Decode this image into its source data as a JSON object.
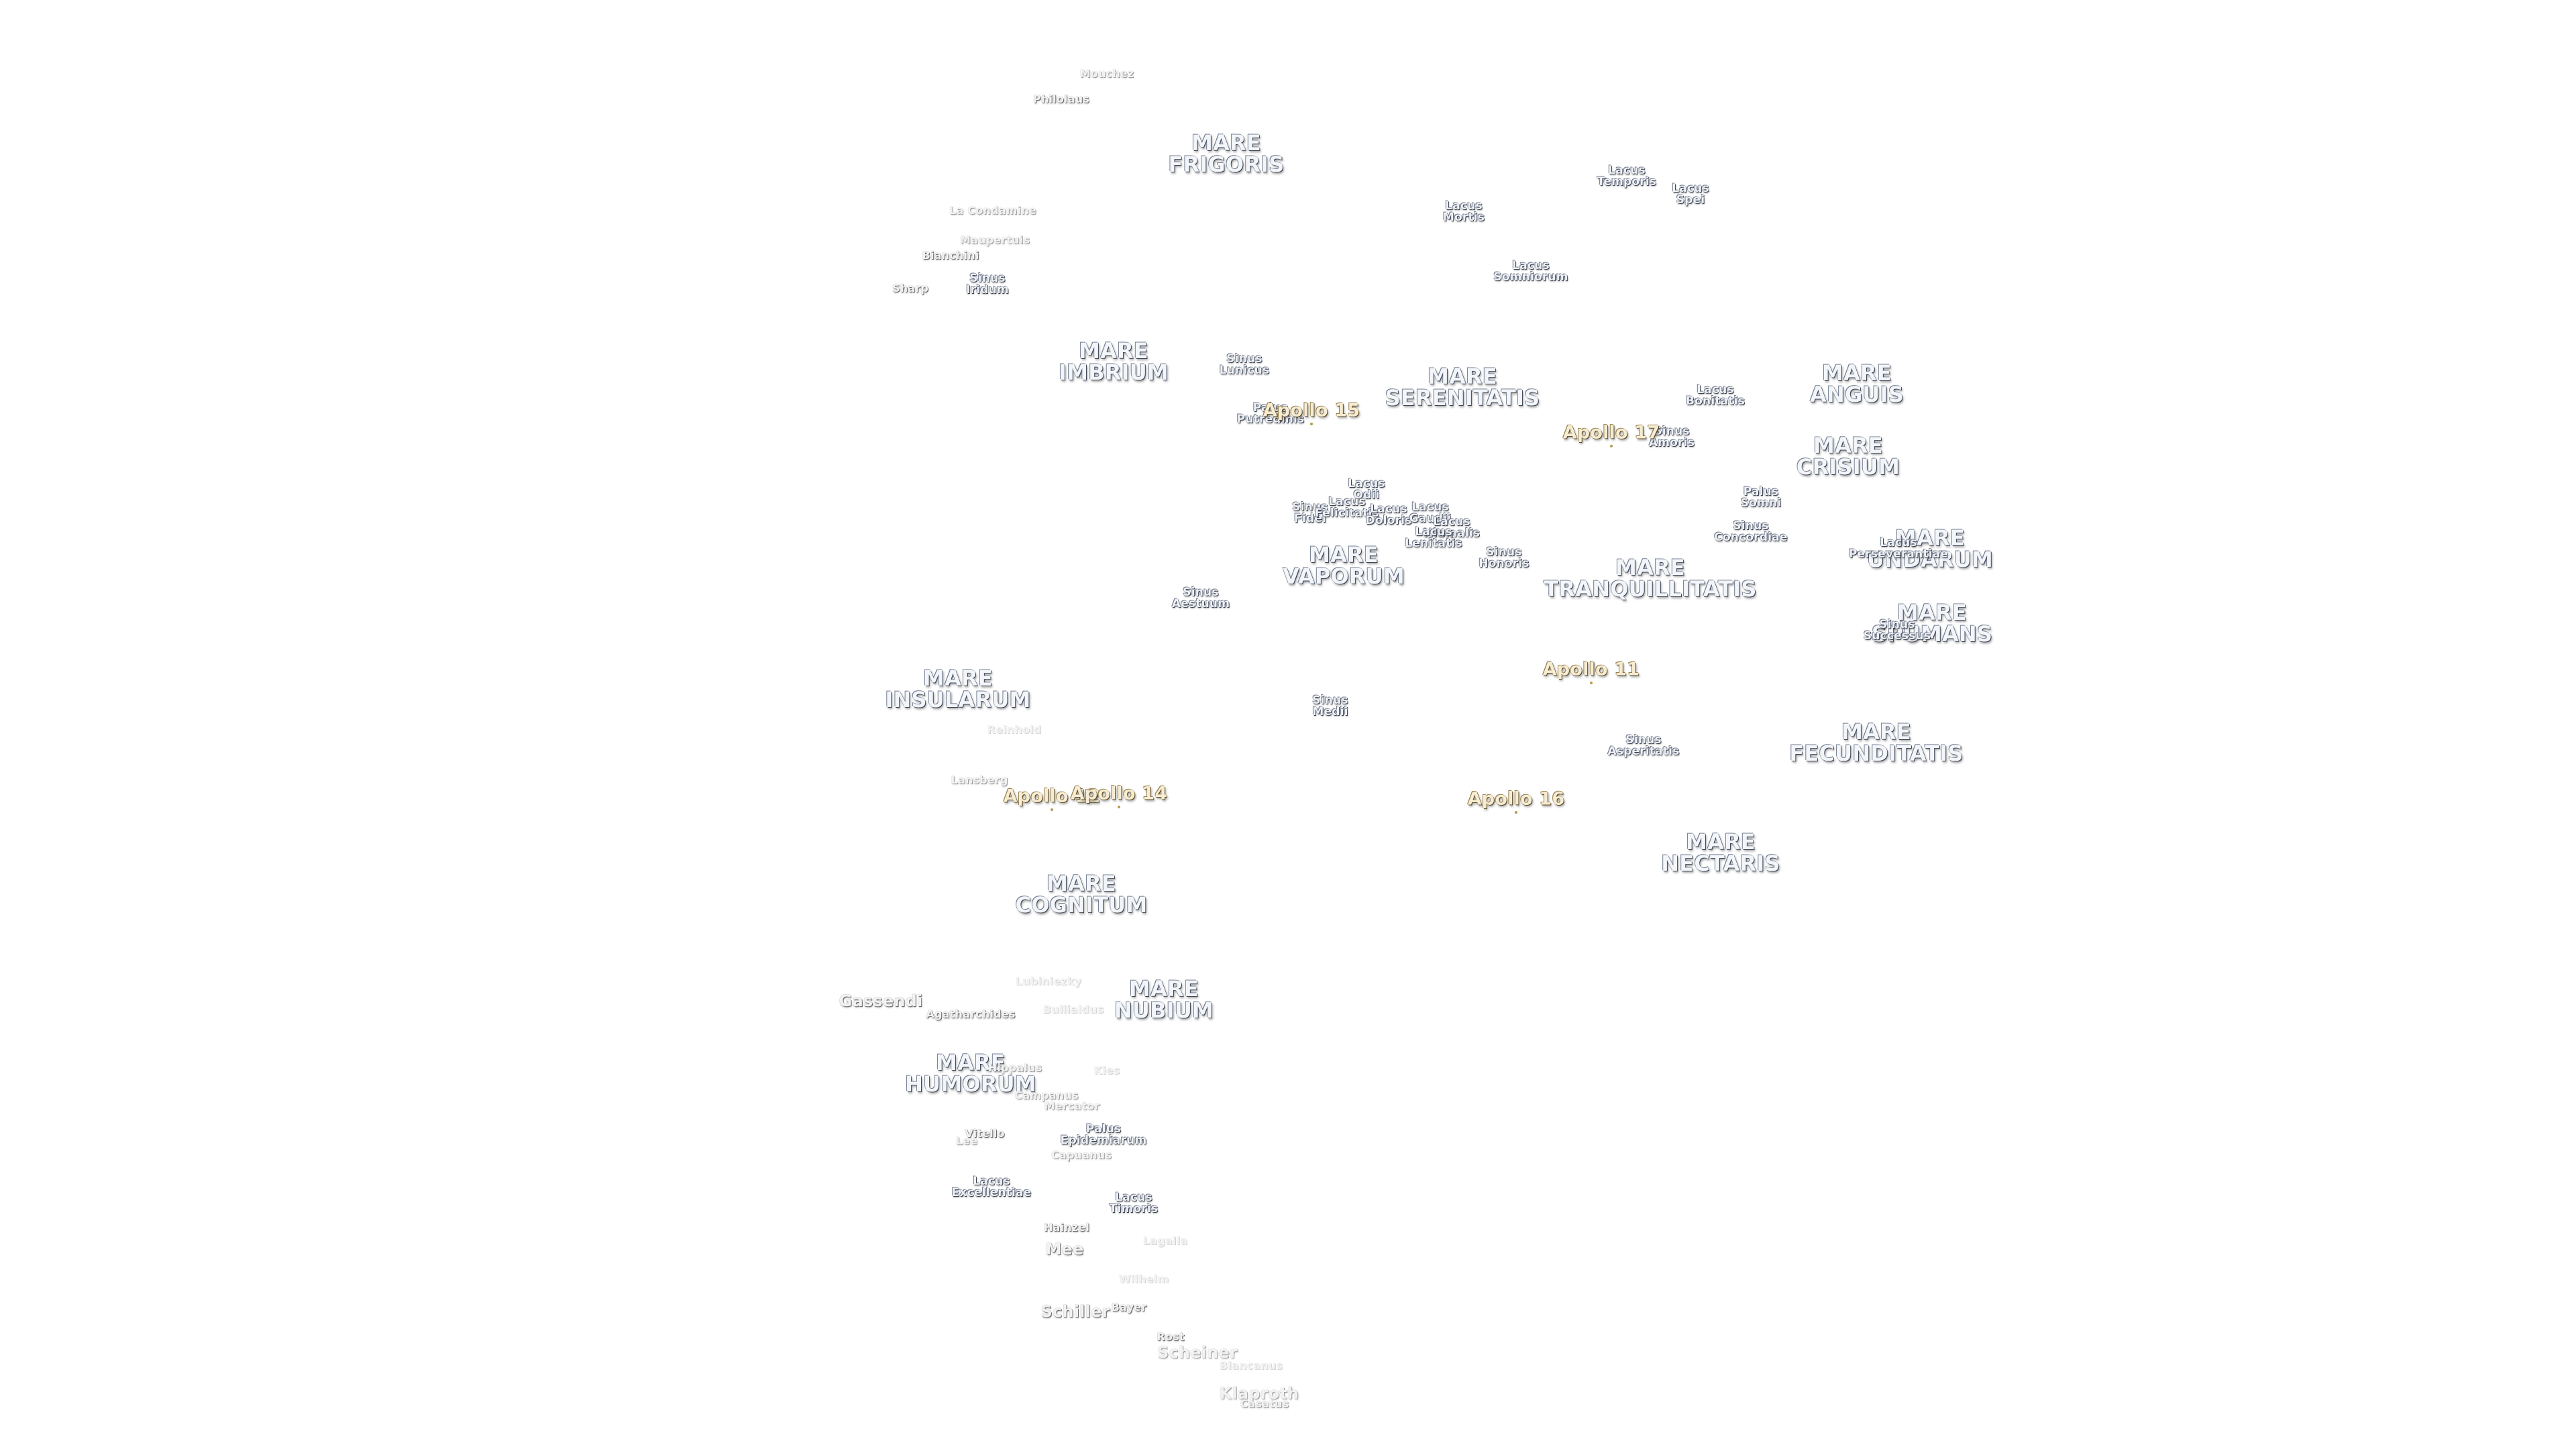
{
  "map_title": "",
  "maria": [
    {
      "id": "frigoris",
      "text": "MARE\nFRIGORIS"
    },
    {
      "id": "imbrium",
      "text": "MARE\nIMBRIUM"
    },
    {
      "id": "serenitatis",
      "text": "MARE\nSERENITATIS"
    },
    {
      "id": "crisium",
      "text": "MARE\nCRISIUM"
    },
    {
      "id": "tranquillitatis",
      "text": "MARE\nTRANQUILLITATIS"
    },
    {
      "id": "insularum",
      "text": "MARE\nINSULARUM"
    },
    {
      "id": "fecunditatis",
      "text": "MARE\nFECUNDITATIS"
    },
    {
      "id": "cognitum",
      "text": "MARE\nCOGNITUM"
    },
    {
      "id": "nubium",
      "text": "MARE\nNUBIUM"
    },
    {
      "id": "humorum",
      "text": "MARE\nHUMORUM"
    },
    {
      "id": "nectaris",
      "text": "MARE\nNECTARIS"
    },
    {
      "id": "vaporum",
      "text": "MARE\nVAPORUM"
    },
    {
      "id": "anguis",
      "text": "MARE\nANGUIS"
    },
    {
      "id": "undarum",
      "text": "MARE\nUNDARUM"
    },
    {
      "id": "spumans",
      "text": "MARE\nSPUMANS"
    }
  ],
  "minor_features": [
    {
      "id": "lacus-temporis",
      "text": "Lacus\nTemporis"
    },
    {
      "id": "lacus-spei",
      "text": "Lacus\nSpei"
    },
    {
      "id": "lacus-mortis",
      "text": "Lacus\nMortis"
    },
    {
      "id": "lacus-somniorum",
      "text": "Lacus\nSomniorum"
    },
    {
      "id": "sinus-iridum",
      "text": "Sinus\nIridum"
    },
    {
      "id": "sinus-lunicus",
      "text": "Sinus\nLunicus"
    },
    {
      "id": "palus-putredinis",
      "text": "Palus\nPutredinis"
    },
    {
      "id": "lacus-bonitatis",
      "text": "Lacus\nBonitatis"
    },
    {
      "id": "sinus-amoris",
      "text": "Sinus\nAmoris"
    },
    {
      "id": "palus-somni",
      "text": "Palus\nSomni"
    },
    {
      "id": "sinus-concordiae",
      "text": "Sinus\nConcordiae"
    },
    {
      "id": "lacus-perseverantiae",
      "text": "Lacus\nPerseverantiae"
    },
    {
      "id": "lacus-odii",
      "text": "Lacus\nOdii"
    },
    {
      "id": "sinus-fidei",
      "text": "Sinus\nFidei"
    },
    {
      "id": "lacus-felicitatis",
      "text": "Lacus\nFelicitatis"
    },
    {
      "id": "lacus-doloris",
      "text": "Lacus\nDoloris"
    },
    {
      "id": "lacus-gaudii",
      "text": "Lacus\nGaudii"
    },
    {
      "id": "lacus-hiemalis",
      "text": "Lacus\nHiemalis"
    },
    {
      "id": "lacus-lenitatis",
      "text": "Lacus\nLenitatis"
    },
    {
      "id": "sinus-honoris",
      "text": "Sinus\nHonoris"
    },
    {
      "id": "sinus-aestuum",
      "text": "Sinus\nAestuum"
    },
    {
      "id": "sinus-successus",
      "text": "Sinus\nSuccessus"
    },
    {
      "id": "sinus-medii",
      "text": "Sinus\nMedii"
    },
    {
      "id": "sinus-asperitatis",
      "text": "Sinus\nAsperitatis"
    },
    {
      "id": "palus-epidemiarum",
      "text": "Palus\nEpidemiarum"
    },
    {
      "id": "lacus-excellentiae",
      "text": "Lacus\nExcellentiae"
    },
    {
      "id": "lacus-timoris",
      "text": "Lacus\nTimoris"
    }
  ],
  "apollo_sites": [
    {
      "id": "apollo-15",
      "text": "Apollo 15"
    },
    {
      "id": "apollo-17",
      "text": "Apollo 17"
    },
    {
      "id": "apollo-11",
      "text": "Apollo 11"
    },
    {
      "id": "apollo-12",
      "text": "Apollo 12"
    },
    {
      "id": "apollo-14",
      "text": "Apollo 14"
    },
    {
      "id": "apollo-16",
      "text": "Apollo 16"
    }
  ],
  "craters": [
    {
      "id": "mouchez",
      "text": "Mouchez",
      "shade": "c2"
    },
    {
      "id": "philolaus",
      "text": "Philolaus",
      "shade": "c1"
    },
    {
      "id": "la-condamine",
      "text": "La Condamine",
      "shade": "c2"
    },
    {
      "id": "maupertuis",
      "text": "Maupertuis",
      "shade": "c2"
    },
    {
      "id": "bianchini",
      "text": "Bianchini",
      "shade": "c1"
    },
    {
      "id": "sharp",
      "text": "Sharp",
      "shade": "c1"
    },
    {
      "id": "reinhold",
      "text": "Reinhold",
      "shade": "c3"
    },
    {
      "id": "lansberg",
      "text": "Lansberg",
      "shade": "c2"
    },
    {
      "id": "lubiniezky",
      "text": "Lubiniezky",
      "shade": "c3"
    },
    {
      "id": "gassendi",
      "text": "Gassendi",
      "shade": "c1",
      "big": true
    },
    {
      "id": "agatharchides",
      "text": "Agatharchides",
      "shade": "c1"
    },
    {
      "id": "bullialdus",
      "text": "Bullialdus",
      "shade": "c3"
    },
    {
      "id": "hippalus",
      "text": "Hippalus",
      "shade": "c2"
    },
    {
      "id": "kies",
      "text": "Kies",
      "shade": "c3"
    },
    {
      "id": "campanus",
      "text": "Campanus",
      "shade": "c2"
    },
    {
      "id": "mercator",
      "text": "Mercator",
      "shade": "c2"
    },
    {
      "id": "vitello",
      "text": "Vitello",
      "shade": "c1"
    },
    {
      "id": "lee",
      "text": "Lee",
      "shade": "c2"
    },
    {
      "id": "capuanus",
      "text": "Capuanus",
      "shade": "c2"
    },
    {
      "id": "hainzel",
      "text": "Hainzel",
      "shade": "c1"
    },
    {
      "id": "mee",
      "text": "Mee",
      "shade": "c1",
      "big": true
    },
    {
      "id": "lagalla",
      "text": "Lagalla",
      "shade": "c3"
    },
    {
      "id": "wilhelm",
      "text": "Wilhelm",
      "shade": "c3"
    },
    {
      "id": "schiller",
      "text": "Schiller",
      "shade": "c1",
      "big": true
    },
    {
      "id": "bayer",
      "text": "Bayer",
      "shade": "c1"
    },
    {
      "id": "rost",
      "text": "Rost",
      "shade": "c1"
    },
    {
      "id": "scheiner",
      "text": "Scheiner",
      "shade": "c2",
      "big": true
    },
    {
      "id": "blancanus",
      "text": "Blancanus",
      "shade": "c3"
    },
    {
      "id": "klaproth",
      "text": "Klaproth",
      "shade": "c2",
      "big": true
    },
    {
      "id": "casatus",
      "text": "Casatus",
      "shade": "c2"
    }
  ]
}
